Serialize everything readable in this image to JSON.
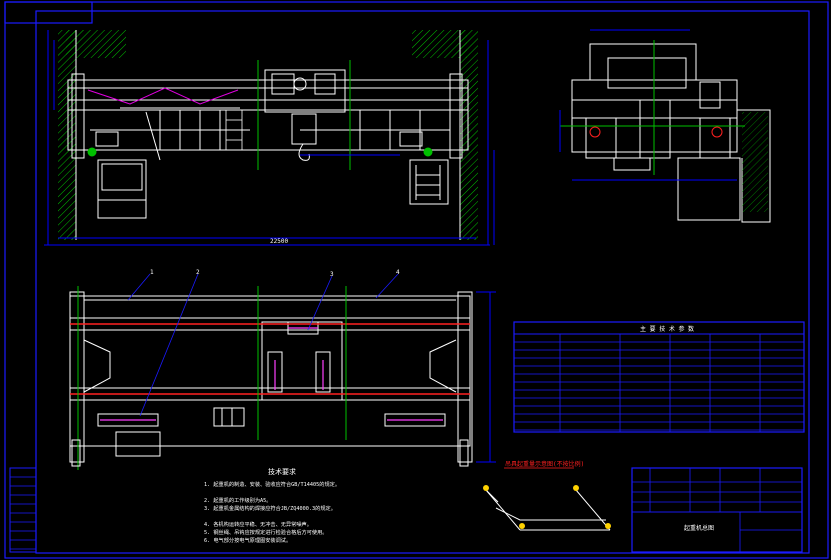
{
  "drawing": {
    "title": "",
    "background": "#000000",
    "colors": {
      "frame": "#1a1aff",
      "line": "#ffffff",
      "dim": "#0000ff",
      "hatch": "#00c000",
      "center": "#00c000",
      "rail": "#ff2020",
      "rope": "#e000e0",
      "cable": "#ff40ff",
      "accent": "#ffff00",
      "yellow": "#ffd200",
      "table": "#0000ff"
    }
  },
  "labels": {
    "span": "22500",
    "notes_title": "技术要求",
    "detail_title": "吊具起重量示意图(不按比例)",
    "table_title": "主 要 技 术 参 数",
    "title_block_name": "起重机总图",
    "leaders": [
      "1",
      "2",
      "3",
      "4"
    ]
  },
  "notes": [
    "1. 起重机的制造、安装、验收应符合GB/T14405的规定。",
    "",
    "2. 起重机的工作级别为A5。",
    "3. 起重机金属结构的焊接应符合JB/ZQ4000.3的规定。",
    "",
    "4. 各机构运转应平稳、无冲击、无异常噪声。",
    "5. 钢丝绳、吊钩应按规定进行检验合格后方可使用。",
    "6. 电气部分按电气原理图安装调试。"
  ]
}
